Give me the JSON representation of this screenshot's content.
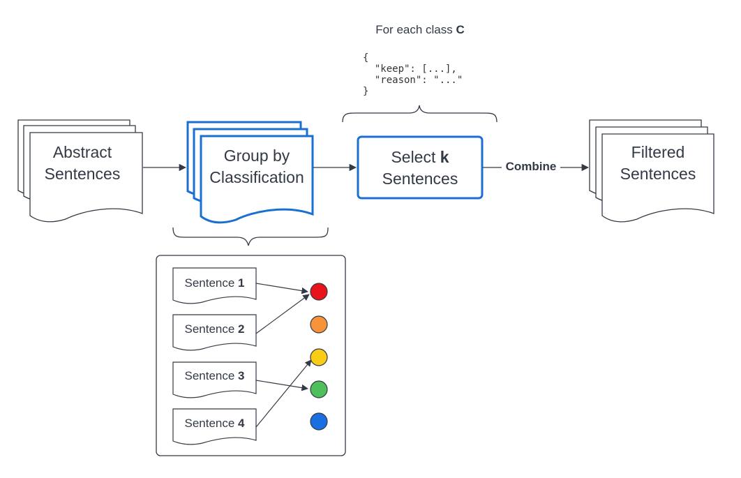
{
  "header": {
    "prefix": "For each class ",
    "class_name": "C"
  },
  "json_snippet": "{\n  \"keep\": [...],\n  \"reason\": \"...\"\n}",
  "nodes": {
    "abstract": {
      "line1": "Abstract",
      "line2": "Sentences"
    },
    "group": {
      "line1": "Group by",
      "line2": "Classification"
    },
    "select": {
      "line1_prefix": "Select ",
      "line1_bold": "k",
      "line2": "Sentences"
    },
    "filtered": {
      "line1": "Filtered",
      "line2": "Sentences"
    }
  },
  "edges": {
    "combine_label": "Combine"
  },
  "sentences": [
    {
      "prefix": "Sentence ",
      "num": "1"
    },
    {
      "prefix": "Sentence ",
      "num": "2"
    },
    {
      "prefix": "Sentence ",
      "num": "3"
    },
    {
      "prefix": "Sentence ",
      "num": "4"
    }
  ],
  "colors": {
    "accent": "#1a6fd1",
    "stroke": "#333a45",
    "red": "#e8141c",
    "orange": "#f7943a",
    "yellow": "#f9cd16",
    "green": "#4fbf5b",
    "blue": "#1a6fe0"
  }
}
